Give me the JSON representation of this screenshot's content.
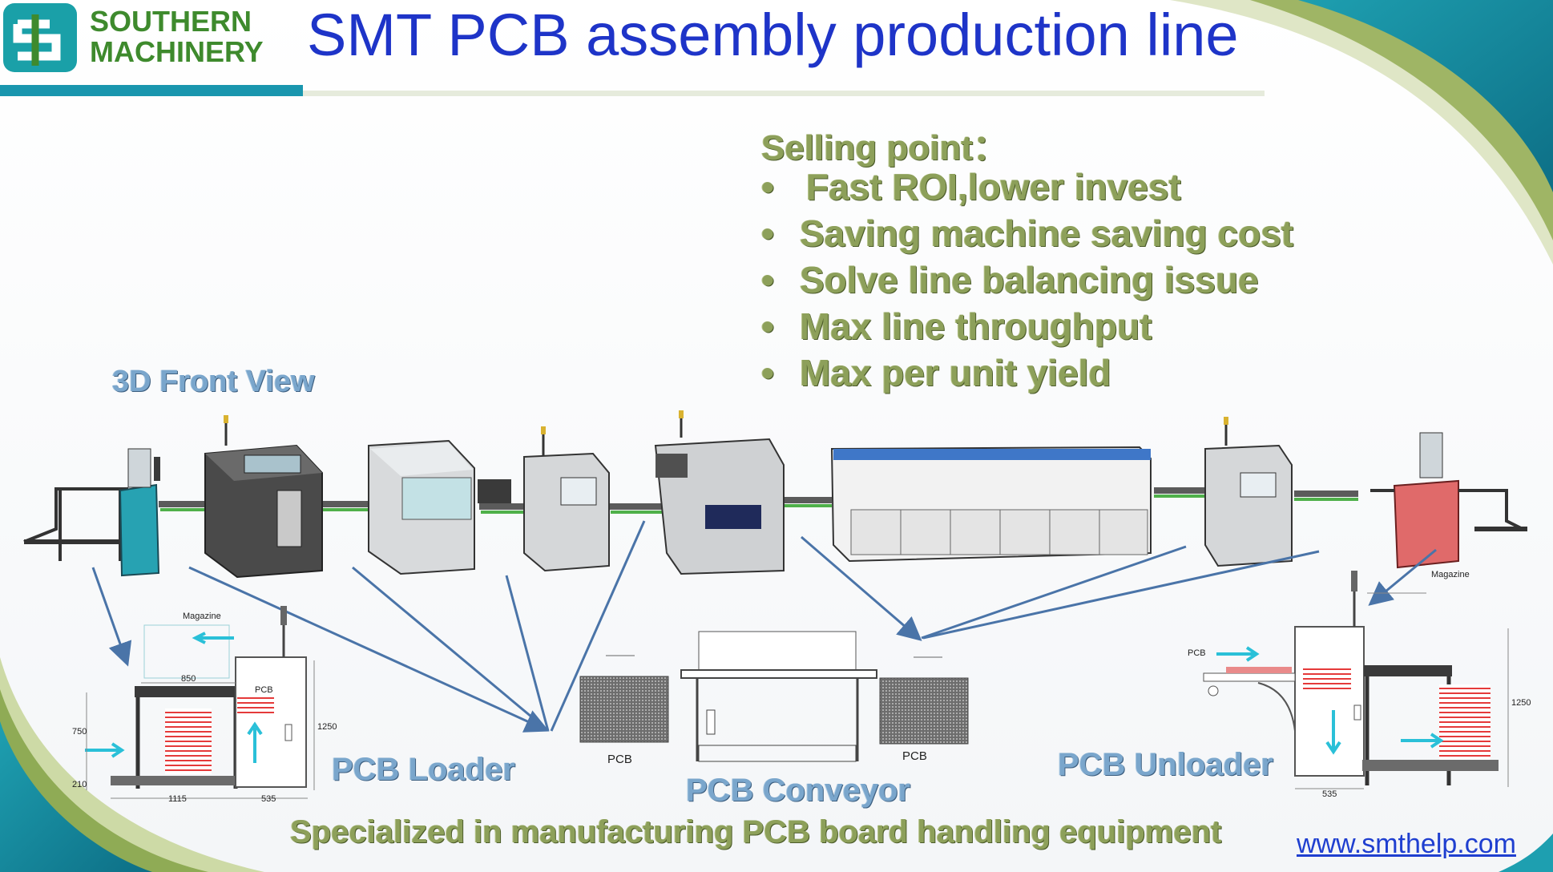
{
  "brand": {
    "name_line1": "SOUTHERN",
    "name_line2": "MACHINERY",
    "colors": {
      "teal": "#1aa0a8",
      "green": "#3e8a2d",
      "title_blue": "#1e34c8"
    }
  },
  "title": "SMT PCB assembly production line",
  "selling_points": {
    "heading": "Selling point：",
    "bullet": "•",
    "items": [
      "Fast ROI,lower invest",
      "Saving machine saving cost",
      "Solve line balancing issue",
      "Max line throughput",
      "Max per unit yield"
    ]
  },
  "diagram": {
    "front_view_label": "3D Front View",
    "pcb_loader_label": "PCB Loader",
    "pcb_conveyor_label": "PCB Conveyor",
    "pcb_unloader_label": "PCB Unloader",
    "loader_drawing": {
      "magazine": "Magazine",
      "pcb": "PCB",
      "dims": [
        "850",
        "750",
        "210",
        "1115",
        "535",
        "1250"
      ]
    },
    "conveyor_drawing": {
      "pcb_left": "PCB",
      "pcb_right": "PCB"
    },
    "unloader_drawing": {
      "magazine": "Magazine",
      "pcb": "PCB",
      "dims": [
        "535",
        "1250"
      ]
    }
  },
  "tagline": "Specialized in manufacturing PCB board handling equipment",
  "website": "www.smthelp.com"
}
